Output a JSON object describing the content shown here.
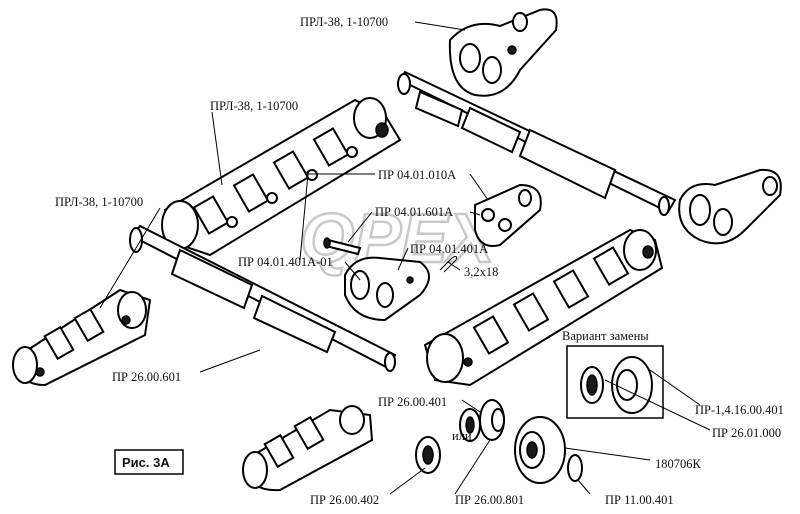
{
  "watermark": "QPEX",
  "figure_label": "Рис. 3А",
  "callouts": {
    "chain_top": "ПРЛ-38, 1-10700",
    "chain_mid": "ПРЛ-38, 1-10700",
    "chain_left": "ПРЛ-38, 1-10700",
    "link_010a": "ПР 04.01.010А",
    "pin_601a": "ПР 04.01.601А",
    "plate_401a": "ПР 04.01.401А",
    "plate_401a01": "ПР 04.01.401А-01",
    "cotter": "3,2х18",
    "shaft_601": "ПР 26.00.601",
    "variant_title": "Вариант замены",
    "bearing_alt": "ПР-1,4.16.00.401",
    "ring_000": "ПР 26.01.000",
    "seal_401": "ПР 26.00.401",
    "or_word": "или",
    "bearing_180706": "180706К",
    "washer_402": "ПР 26.00.402",
    "bush_801": "ПР 26.00.801",
    "circlip_401": "ПР 11.00.401"
  }
}
